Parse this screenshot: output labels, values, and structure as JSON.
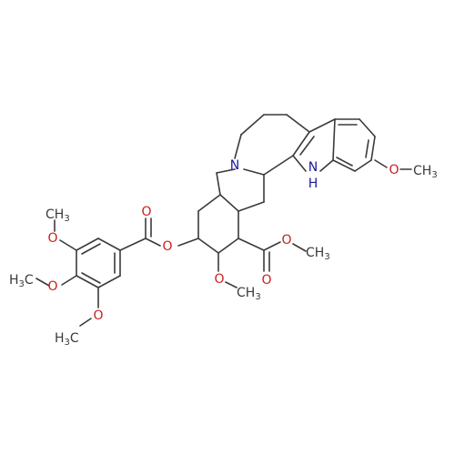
{
  "molecule": {
    "atom_labels": {
      "ring_nitrogen": "N",
      "indole_nh_n": "N",
      "indole_nh_h": "H",
      "ester_carbonyl_o": "O",
      "ester_o": "O",
      "ester_methyl_h": "H",
      "ester_methyl_sub": "3",
      "ester_methyl_c": "C",
      "ring_methoxy_o": "O",
      "ring_methoxy_ch": "CH",
      "ring_methoxy_sub": "3",
      "indole_methoxy_o": "O",
      "indole_methoxy_ch": "CH",
      "indole_methoxy_sub": "3",
      "benzoyl_carbonyl_o": "O",
      "benzoyl_ester_o": "O",
      "top_methoxy_o": "O",
      "top_methoxy_ch": "CH",
      "top_methoxy_sub": "3",
      "mid_methoxy_o": "O",
      "mid_methoxy_h": "H",
      "mid_methoxy_sub": "3",
      "mid_methoxy_c": "C",
      "bot_methoxy_o": "O",
      "bot_methoxy_h": "H",
      "bot_methoxy_sub": "3",
      "bot_methoxy_c": "C"
    },
    "colors": {
      "bond": "#3a3a3a",
      "nitrogen": "#1a1a99",
      "oxygen": "#c81e1e",
      "carbon_text": "#3a3a3a",
      "background": "#ffffff"
    }
  }
}
